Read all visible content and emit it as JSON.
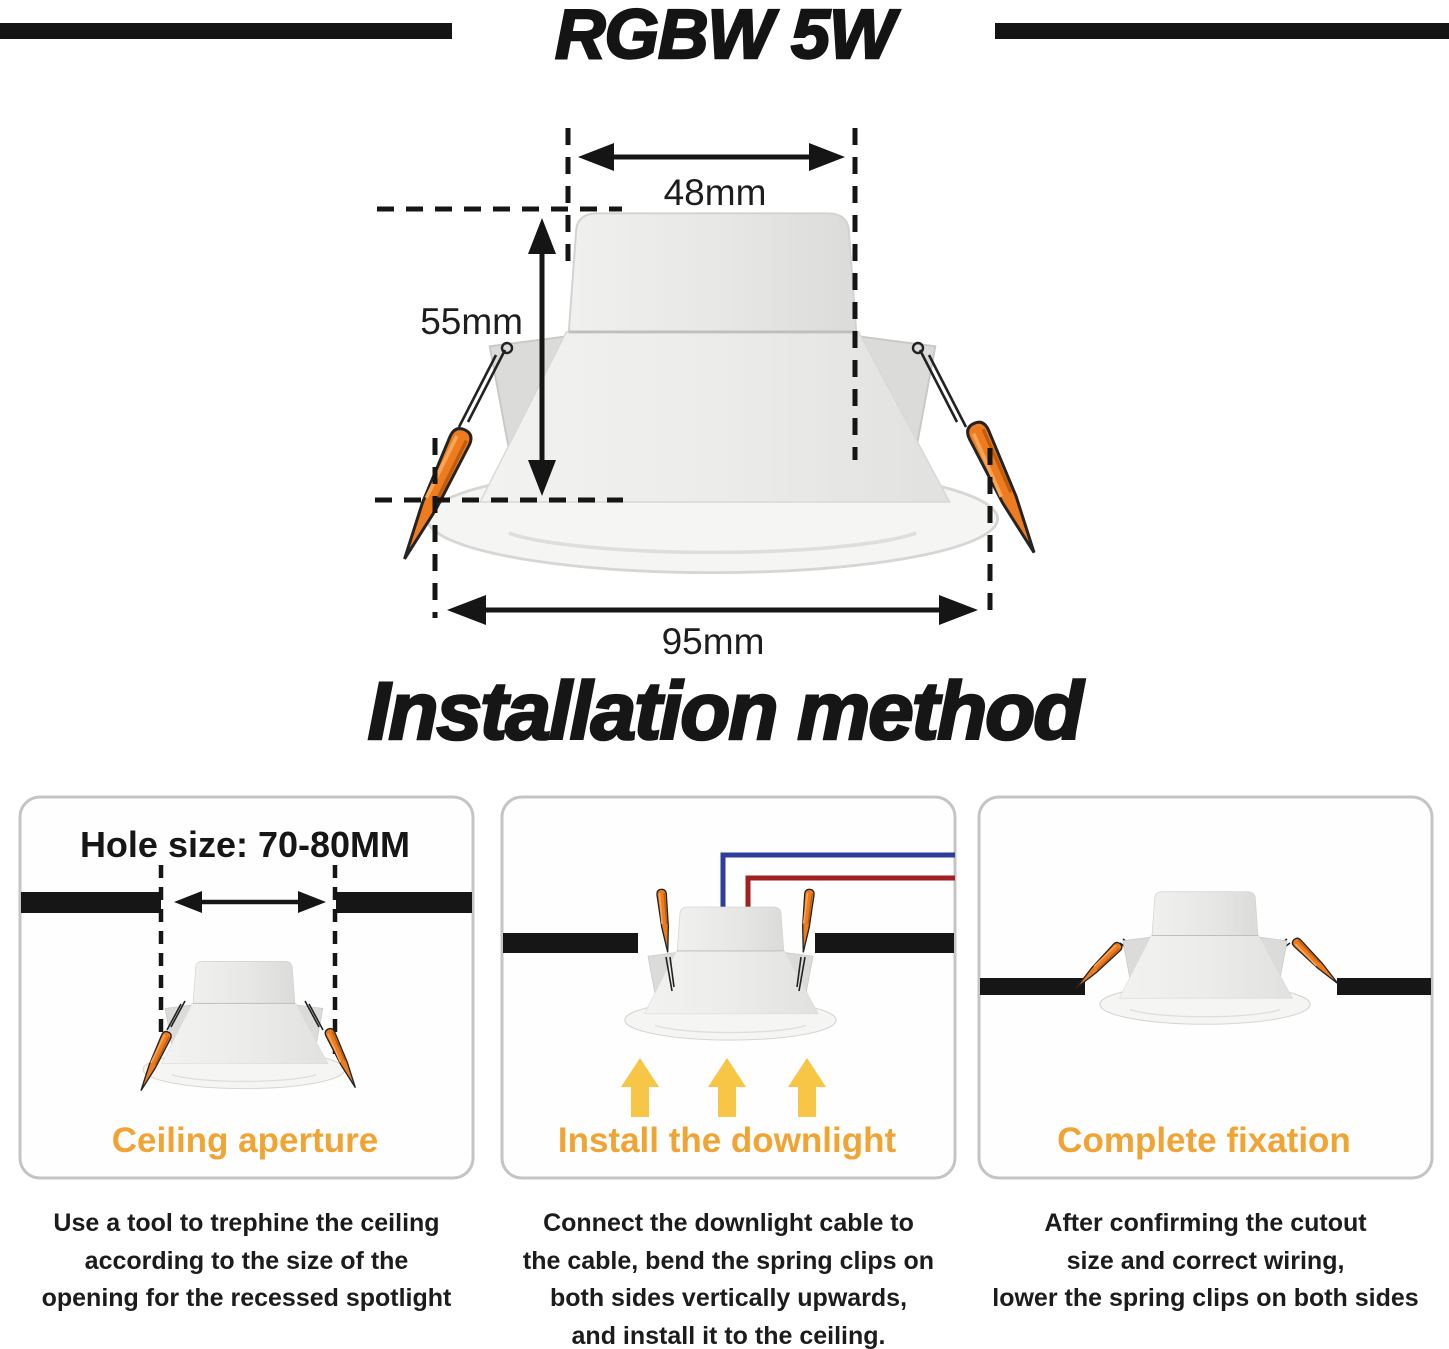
{
  "header": {
    "title": "RGBW 5W"
  },
  "dimension_diagram": {
    "labels": {
      "top_width": "48mm",
      "height": "55mm",
      "bottom_width": "95mm"
    }
  },
  "installation": {
    "heading": "Installation method",
    "steps": [
      {
        "panel_heading": "Hole size: 70-80MM",
        "caption": "Ceiling aperture",
        "description_lines": [
          "Use a tool to trephine the ceiling",
          "according to the size of the",
          "opening for the recessed spotlight"
        ]
      },
      {
        "caption": "Install the downlight",
        "description_lines": [
          "Connect the downlight cable to",
          "the cable, bend the spring clips on",
          "both sides vertically upwards,",
          "and install it to the ceiling."
        ]
      },
      {
        "caption": "Complete fixation",
        "description_lines": [
          "After confirming the cutout",
          "size and correct wiring,",
          "lower the spring clips on both sides"
        ]
      }
    ]
  },
  "colors": {
    "ink_black": "#151515",
    "caption_orange": "#EFA434",
    "arrow_yellow": "#F7C647",
    "clip_orange": "#EE7C1E",
    "wire_blue": "#2E3D9B",
    "wire_red": "#A32020",
    "fixture_gray": "#E8E8E6"
  }
}
